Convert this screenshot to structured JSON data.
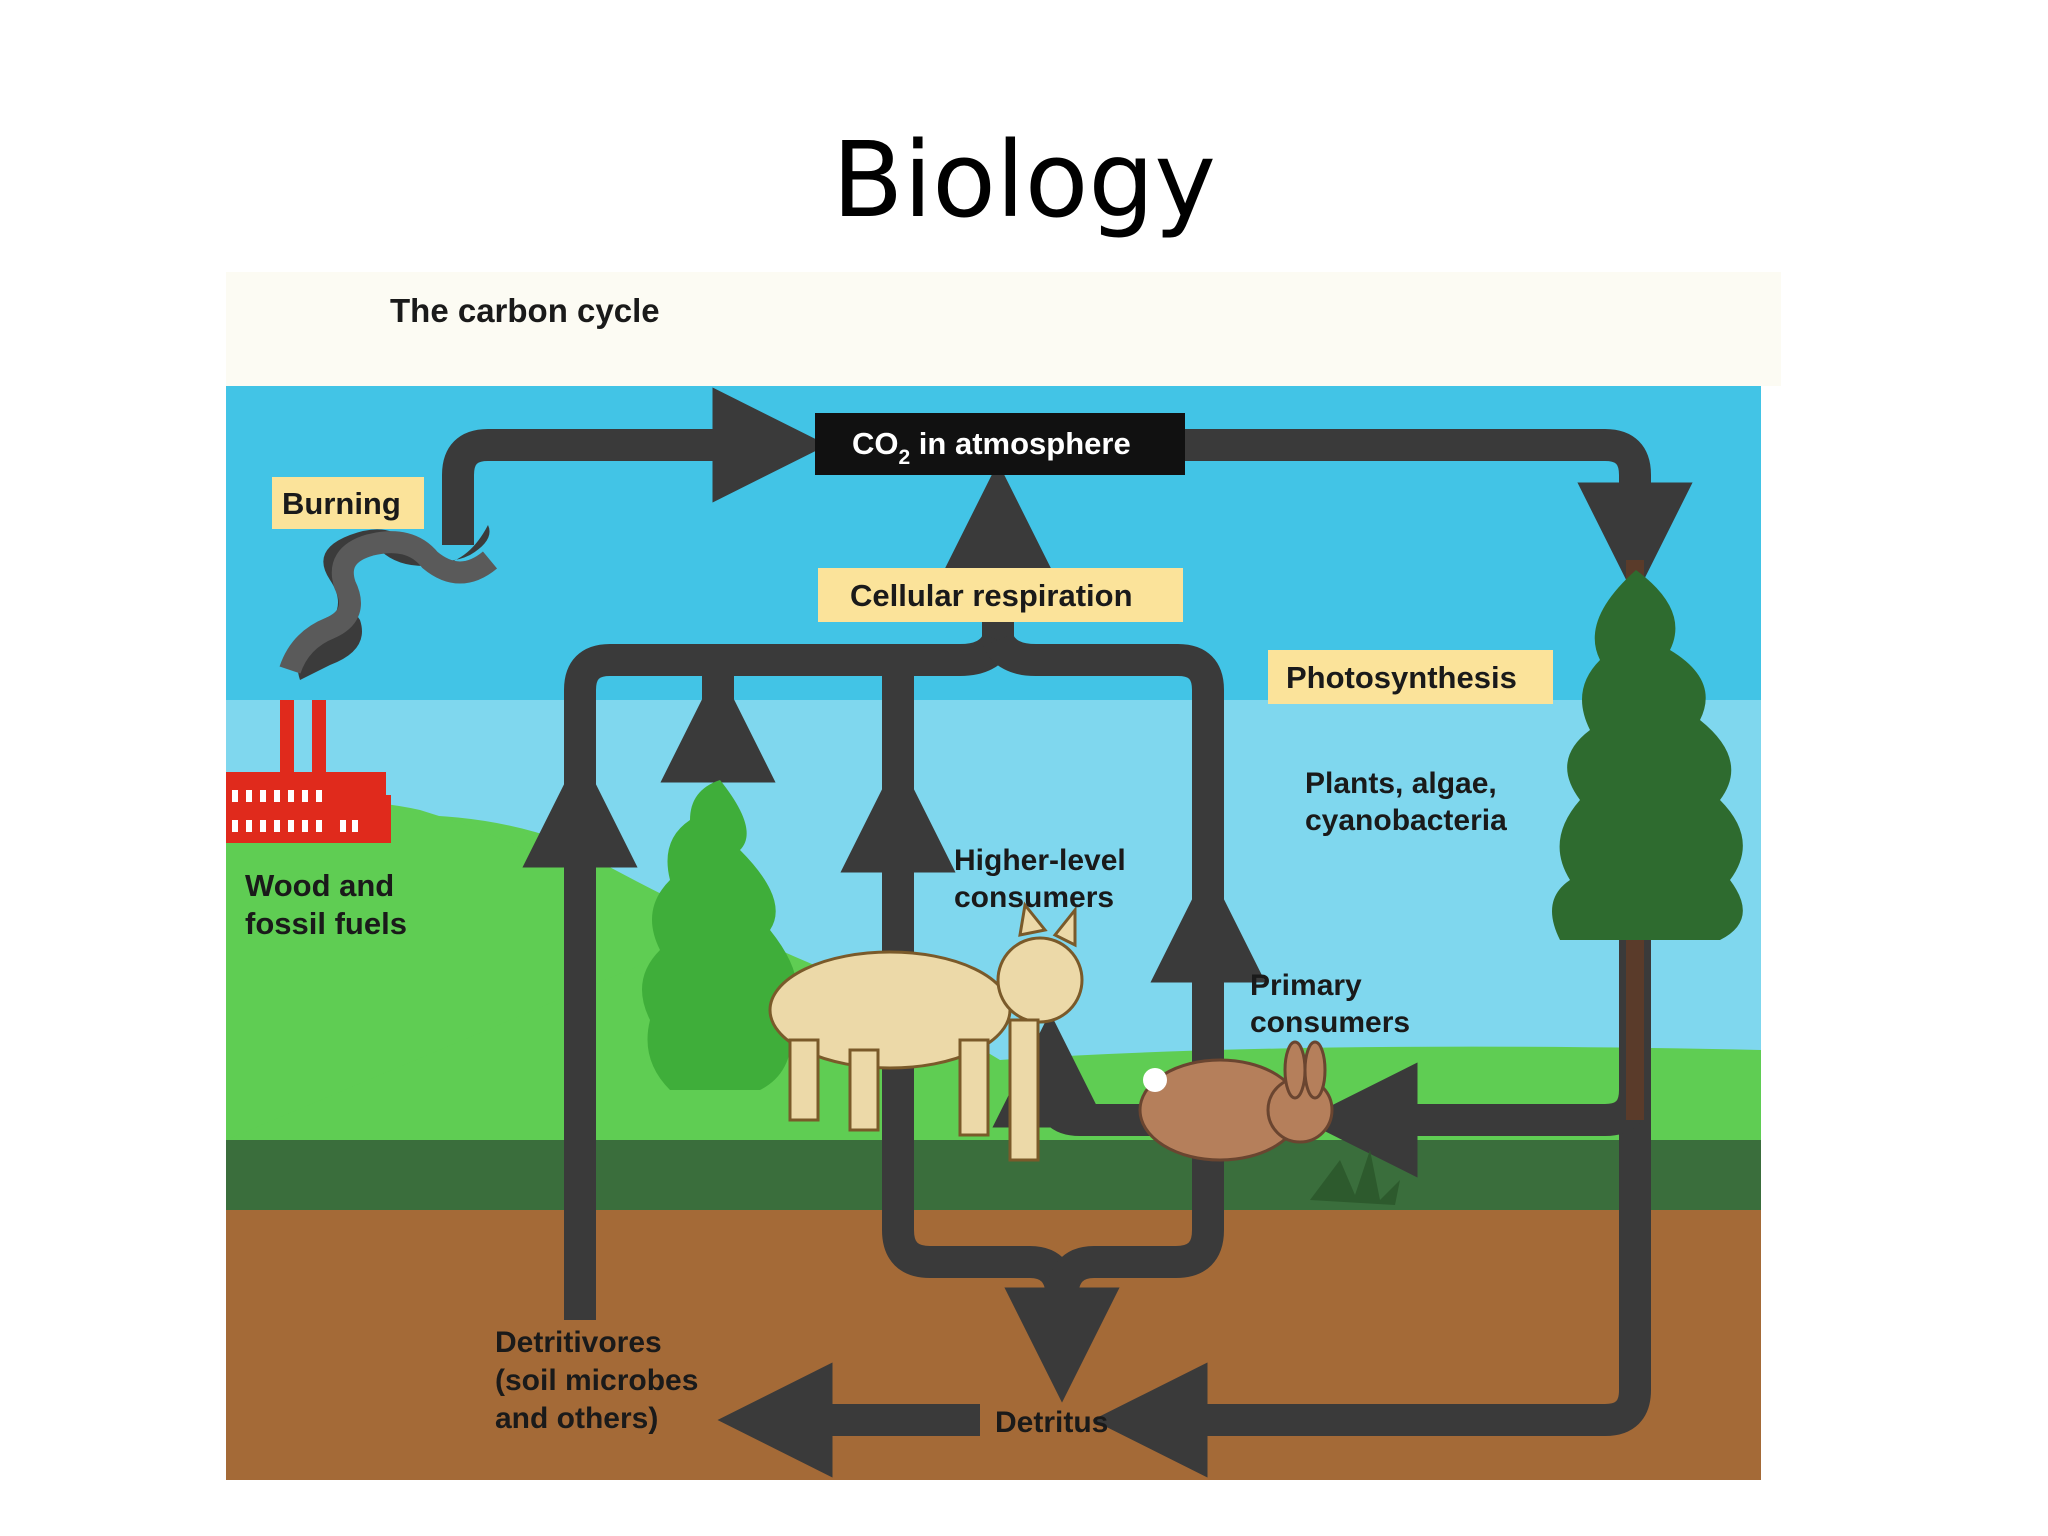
{
  "slide": {
    "title": "Biology"
  },
  "figure": {
    "caption": "The carbon cycle",
    "colors": {
      "sky": "#40c3e6",
      "grass": "#5fcd53",
      "dark_grass": "#3a6e3c",
      "soil": "#a46a37",
      "arrow": "#3a3a3a",
      "label_box": "#fbe39a",
      "factory": "#e02a1c",
      "tree": "#2e6b2f"
    },
    "nodes": {
      "co2": {
        "line1": "CO",
        "sub": "2",
        "line2": " in atmosphere"
      },
      "burning": "Burning",
      "cellular_respiration": "Cellular respiration",
      "photosynthesis": "Photosynthesis",
      "plants": [
        "Plants, algae,",
        "cyanobacteria"
      ],
      "higher_consumers": [
        "Higher-level",
        "consumers"
      ],
      "primary_consumers": [
        "Primary",
        "consumers"
      ],
      "fuels": [
        "Wood and",
        "fossil fuels"
      ],
      "detritivores": [
        "Detritivores",
        "(soil microbes",
        "and others)"
      ],
      "detritus": "Detritus"
    },
    "icons": [
      "factory-icon",
      "smoke-icon",
      "conifer-tree-icon",
      "bush-icon",
      "bobcat-icon",
      "rabbit-icon",
      "seedling-icon"
    ]
  }
}
